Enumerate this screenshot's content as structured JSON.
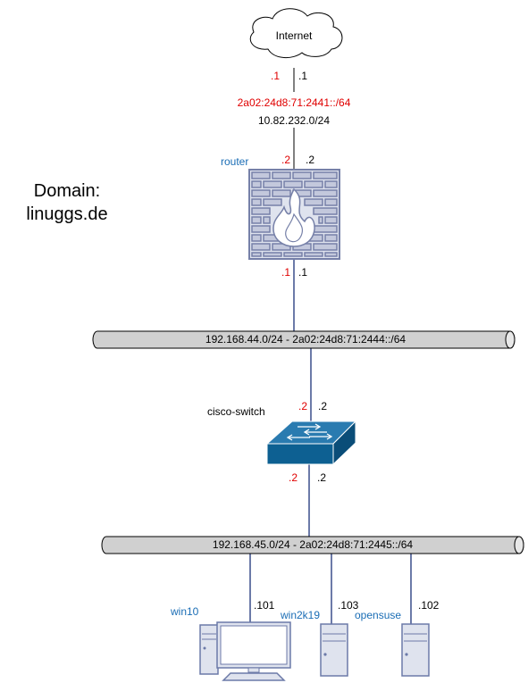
{
  "domain_label": {
    "line1": "Domain:",
    "line2": "linuggs.de"
  },
  "internet": {
    "label": "Internet",
    "ip_red": ".1",
    "ip_black": ".1"
  },
  "wan": {
    "ipv6": "2a02:24d8:71:2441::/64",
    "ipv4": "10.82.232.0/24"
  },
  "router": {
    "label": "router",
    "top_red": ".2",
    "top_black": ".2",
    "bottom_red": ".1",
    "bottom_black": ".1"
  },
  "net44": {
    "label": "192.168.44.0/24 - 2a02:24d8:71:2444::/64"
  },
  "switch": {
    "label": "cisco-switch",
    "top_red": ".2",
    "top_black": ".2",
    "bottom_red": ".2",
    "bottom_black": ".2"
  },
  "net45": {
    "label": "192.168.45.0/24 - 2a02:24d8:71:2445::/64"
  },
  "hosts": [
    {
      "name": "win10",
      "ip": ".101"
    },
    {
      "name": "win2k19",
      "ip": ".103"
    },
    {
      "name": "opensuse",
      "ip": ".102"
    }
  ],
  "colors": {
    "ipv6": "#e00000",
    "hostname": "#1a6db5",
    "device_fill": "#dfe3ee",
    "device_stroke": "#7680a8",
    "switch_fill": "#0d6092",
    "bus_fill": "#d0d0d0"
  }
}
